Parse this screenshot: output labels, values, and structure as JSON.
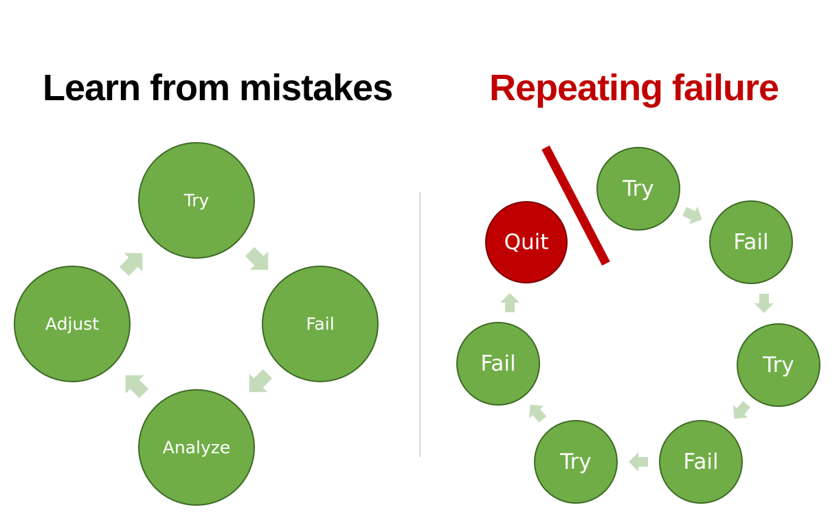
{
  "left_panel": {
    "title": "Learn from mistakes",
    "nodes": [
      {
        "label": "Try"
      },
      {
        "label": "Fail"
      },
      {
        "label": "Analyze"
      },
      {
        "label": "Adjust"
      }
    ]
  },
  "right_panel": {
    "title": "Repeating failure",
    "nodes": [
      {
        "label": "Try"
      },
      {
        "label": "Fail"
      },
      {
        "label": "Try"
      },
      {
        "label": "Fail"
      },
      {
        "label": "Try"
      },
      {
        "label": "Fail"
      },
      {
        "label": "Quit"
      }
    ]
  },
  "colors": {
    "node_fill": "#70ad47",
    "node_stroke": "#3d6b24",
    "quit_fill": "#c00000",
    "quit_stroke": "#7a0000",
    "arrow": "#c5dcba",
    "slash": "#c00000",
    "left_title": "#000000",
    "right_title": "#c00000"
  }
}
